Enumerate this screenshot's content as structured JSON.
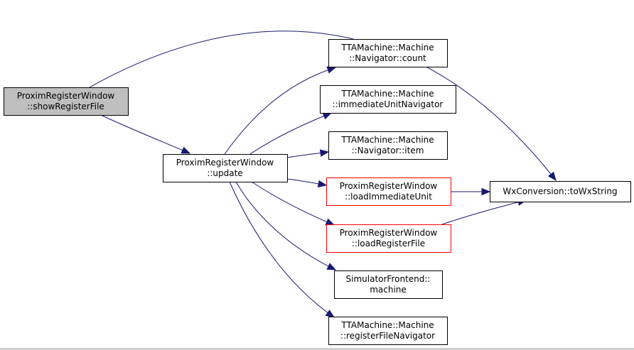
{
  "colors": {
    "edge": "#191970",
    "node_border_default": "#000000",
    "node_border_incomplete": "#ff0000",
    "node_fill_default": "#ffffff",
    "node_fill_focus": "#bfbfbf"
  },
  "nodes": {
    "show_register_file": {
      "lines": [
        "ProximRegisterWindow",
        "::showRegisterFile"
      ],
      "style": "focus"
    },
    "update": {
      "lines": [
        "ProximRegisterWindow",
        "::update"
      ],
      "style": "default"
    },
    "navigator_count": {
      "lines": [
        "TTAMachine::Machine",
        "::Navigator::count"
      ],
      "style": "default"
    },
    "immediate_unit_navigator": {
      "lines": [
        "TTAMachine::Machine",
        "::immediateUnitNavigator"
      ],
      "style": "default"
    },
    "navigator_item": {
      "lines": [
        "TTAMachine::Machine",
        "::Navigator::item"
      ],
      "style": "default"
    },
    "load_immediate_unit": {
      "lines": [
        "ProximRegisterWindow",
        "::loadImmediateUnit"
      ],
      "style": "incomplete"
    },
    "load_register_file": {
      "lines": [
        "ProximRegisterWindow",
        "::loadRegisterFile"
      ],
      "style": "incomplete"
    },
    "simulator_frontend_machine": {
      "lines": [
        "SimulatorFrontend::",
        "machine"
      ],
      "style": "default"
    },
    "register_file_navigator": {
      "lines": [
        "TTAMachine::Machine",
        "::registerFileNavigator"
      ],
      "style": "default"
    },
    "to_wx_string": {
      "lines": [
        "WxConversion::toWxString"
      ],
      "style": "default"
    }
  },
  "edges": [
    {
      "from": "show_register_file",
      "to": "update"
    },
    {
      "from": "show_register_file",
      "to": "to_wx_string"
    },
    {
      "from": "update",
      "to": "navigator_count"
    },
    {
      "from": "update",
      "to": "immediate_unit_navigator"
    },
    {
      "from": "update",
      "to": "navigator_item"
    },
    {
      "from": "update",
      "to": "load_immediate_unit"
    },
    {
      "from": "update",
      "to": "load_register_file"
    },
    {
      "from": "update",
      "to": "simulator_frontend_machine"
    },
    {
      "from": "update",
      "to": "register_file_navigator"
    },
    {
      "from": "load_immediate_unit",
      "to": "to_wx_string"
    },
    {
      "from": "load_register_file",
      "to": "to_wx_string"
    }
  ]
}
